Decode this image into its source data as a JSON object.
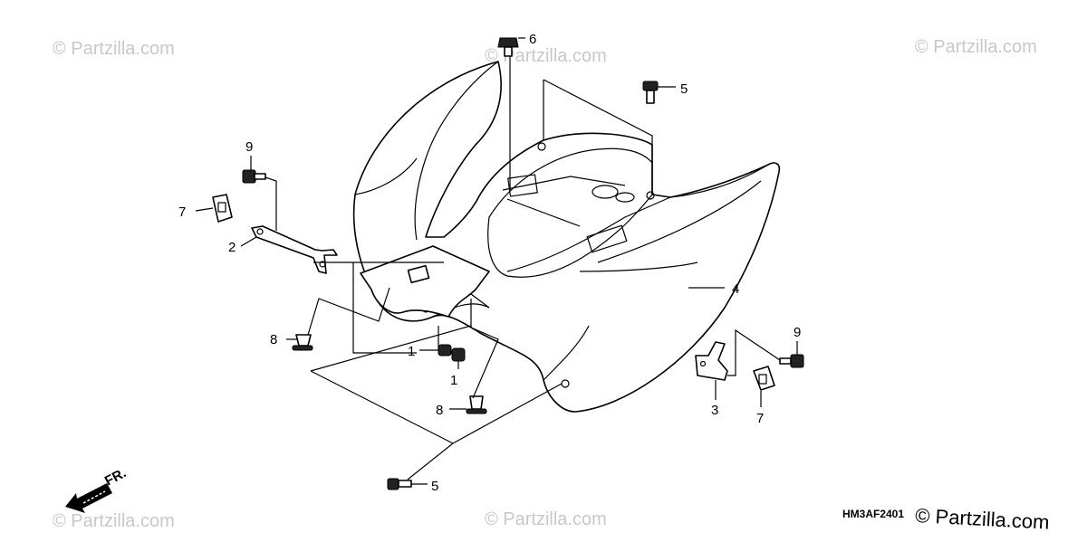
{
  "watermarks": [
    "© Partzilla.com",
    "© Partzilla.com",
    "© Partzilla.com",
    "© Partzilla.com",
    "© Partzilla.com"
  ],
  "callouts": [
    {
      "id": "c6",
      "label": "6"
    },
    {
      "id": "c5-top",
      "label": "5"
    },
    {
      "id": "c9-left",
      "label": "9"
    },
    {
      "id": "c7-left",
      "label": "7"
    },
    {
      "id": "c2",
      "label": "2"
    },
    {
      "id": "c4",
      "label": "4"
    },
    {
      "id": "c8-left",
      "label": "8"
    },
    {
      "id": "c1-a",
      "label": "1"
    },
    {
      "id": "c1-b",
      "label": "1"
    },
    {
      "id": "c8-mid",
      "label": "8"
    },
    {
      "id": "c9-right",
      "label": "9"
    },
    {
      "id": "c3",
      "label": "3"
    },
    {
      "id": "c7-right",
      "label": "7"
    },
    {
      "id": "c5-bottom",
      "label": "5"
    }
  ],
  "direction_label": "FR.",
  "diagram_code": "HM3AF2401",
  "brand": "© Partzilla.com"
}
